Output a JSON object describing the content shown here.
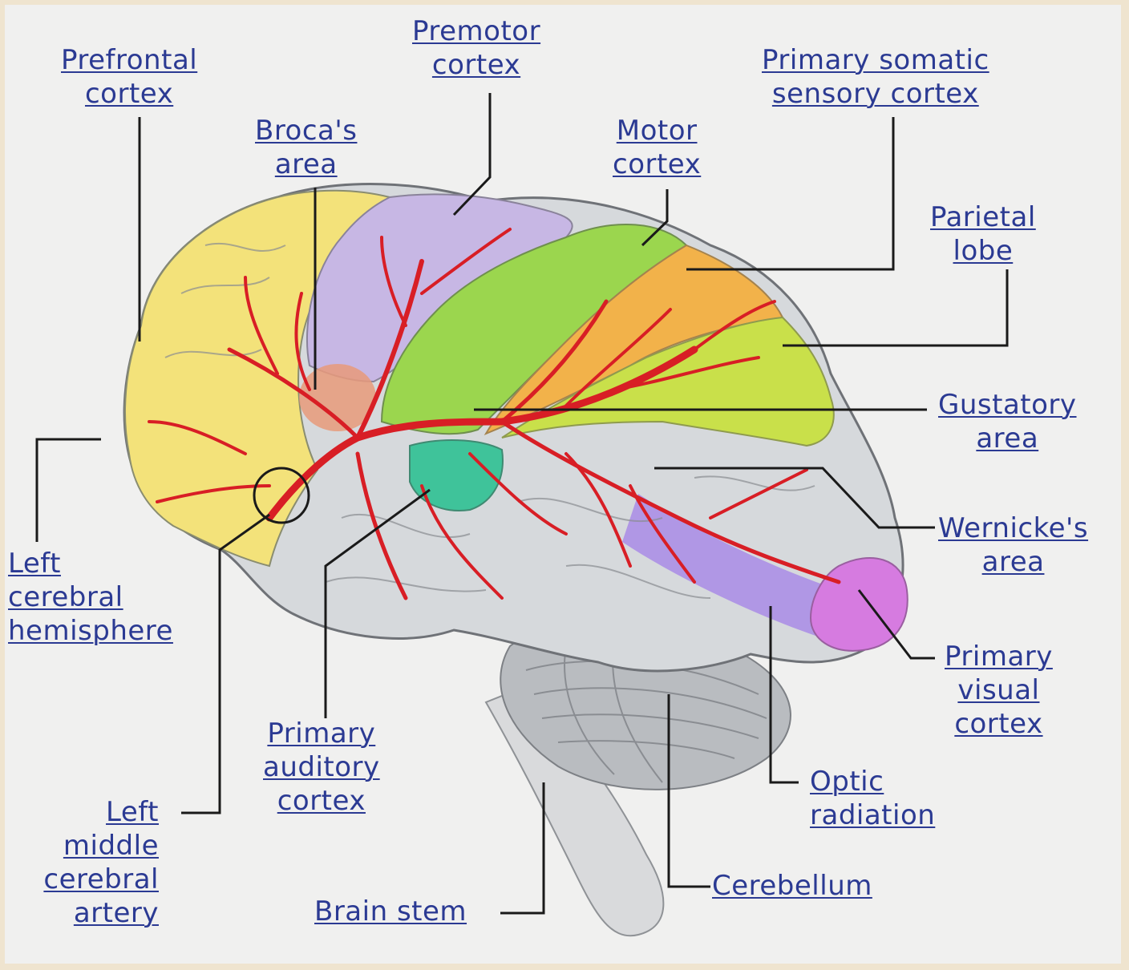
{
  "labels": {
    "prefrontal": [
      "Prefrontal",
      "cortex"
    ],
    "premotor": [
      "Premotor",
      "cortex"
    ],
    "primary_somatic": [
      "Primary somatic",
      "sensory cortex"
    ],
    "broca": [
      "Broca's",
      "area"
    ],
    "motor": [
      "Motor",
      "cortex"
    ],
    "parietal": [
      "Parietal",
      "lobe"
    ],
    "gustatory": [
      "Gustatory",
      "area"
    ],
    "wernicke": [
      "Wernicke's",
      "area"
    ],
    "left_hemisphere": [
      "Left",
      "cerebral",
      "hemisphere"
    ],
    "primary_visual": [
      "Primary",
      "visual",
      "cortex"
    ],
    "primary_auditory": [
      "Primary",
      "auditory",
      "cortex"
    ],
    "optic_radiation": [
      "Optic",
      "radiation"
    ],
    "left_mca": [
      "Left",
      "middle",
      "cerebral",
      "artery"
    ],
    "cerebellum": [
      "Cerebellum"
    ],
    "brain_stem": [
      "Brain stem"
    ]
  },
  "colors": {
    "background": "#f0f0ef",
    "label_text": "#2b3a93",
    "leader_line": "#1a1a1a",
    "prefrontal": "#f3e27a",
    "premotor": "#c7b7e4",
    "motor": "#9bd64e",
    "somatic_sensory": "#f2b24a",
    "parietal": "#c9e04a",
    "temporal": "#d6d9dc",
    "auditory": "#3fc39a",
    "broca": "#e89a7a",
    "visual": "#d67be0",
    "optic": "#a98be6",
    "cerebellum": "#b9bcc0",
    "brain_stem": "#d9dadc",
    "artery": "#d81e25"
  }
}
